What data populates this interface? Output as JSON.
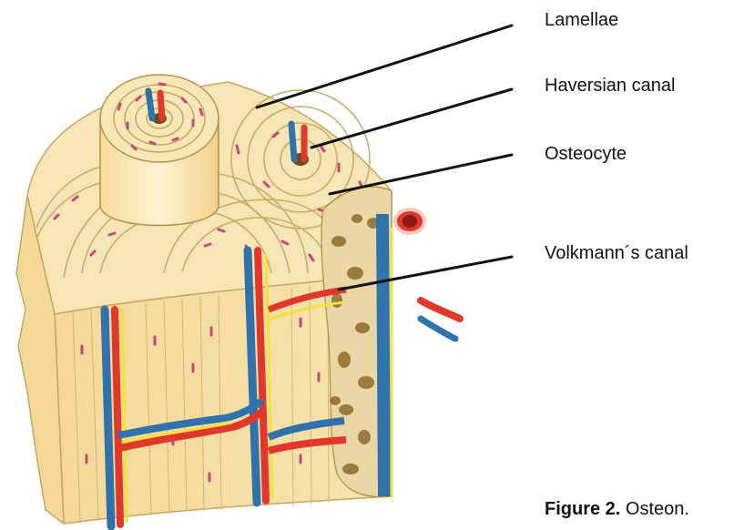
{
  "labels": {
    "lamellae": "Lamellae",
    "haversian_canal": "Haversian canal",
    "osteocyte": "Osteocyte",
    "volkmanns_canal": "Volkmann´s canal"
  },
  "caption": {
    "figure_label": "Figure 2.",
    "text": " Osteon."
  },
  "colors": {
    "bone": "#f7e6b5",
    "bone_side": "#efd493",
    "ring_line": "#c9a45f",
    "osteocyte": "#c8457a",
    "artery": "#e2382b",
    "vein": "#2f72ac",
    "nerve": "#f2e23a",
    "spongy": "#8e6a2c"
  }
}
